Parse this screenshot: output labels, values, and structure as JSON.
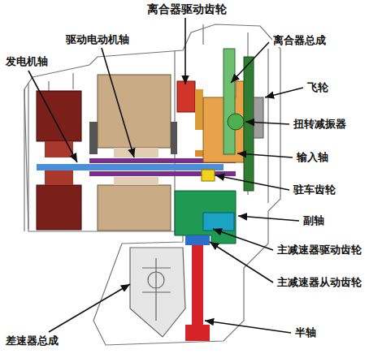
{
  "diagram": {
    "labels": [
      "离合器驱动齿轮",
      "驱动电动机轴",
      "离合器总成",
      "发电机轴",
      "飞轮",
      "扭转减振器",
      "输入轴",
      "驻车齿轮",
      "副轴",
      "主减速器驱动齿轮",
      "主减速器从动齿轮",
      "差速器总成",
      "半轴"
    ]
  }
}
